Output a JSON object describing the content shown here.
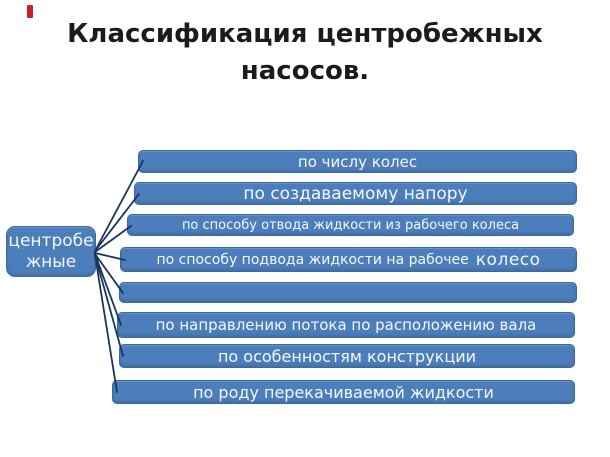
{
  "slide": {
    "title_line1": "Классификация центробежных",
    "title_line2": "насосов."
  },
  "diagram": {
    "root_label_line1": "центробе",
    "root_label_line2": "жные",
    "branches": [
      {
        "label": "по числу колес"
      },
      {
        "label": "по создаваемому напору"
      },
      {
        "label": "по способу отвода жидкости из рабочего колеса"
      },
      {
        "label": "по способу подвода жидкости на рабочее",
        "emphasis": "колесо"
      },
      {
        "label": ""
      },
      {
        "label": "по направлению потока по расположению вала"
      },
      {
        "label": "по особенностям конструкции"
      },
      {
        "label": "по роду перекачиваемой жидкости"
      }
    ]
  },
  "colors": {
    "background": "#ffffff",
    "title_text": "#1b1b1b",
    "bar_fill": "#4d7ebc",
    "bar_border": "#3a689f",
    "bar_text": "#f4f8fc",
    "root_fill": "#4d7ebc",
    "connector_line": "#17365d",
    "corner_mark": "#cb2026"
  }
}
